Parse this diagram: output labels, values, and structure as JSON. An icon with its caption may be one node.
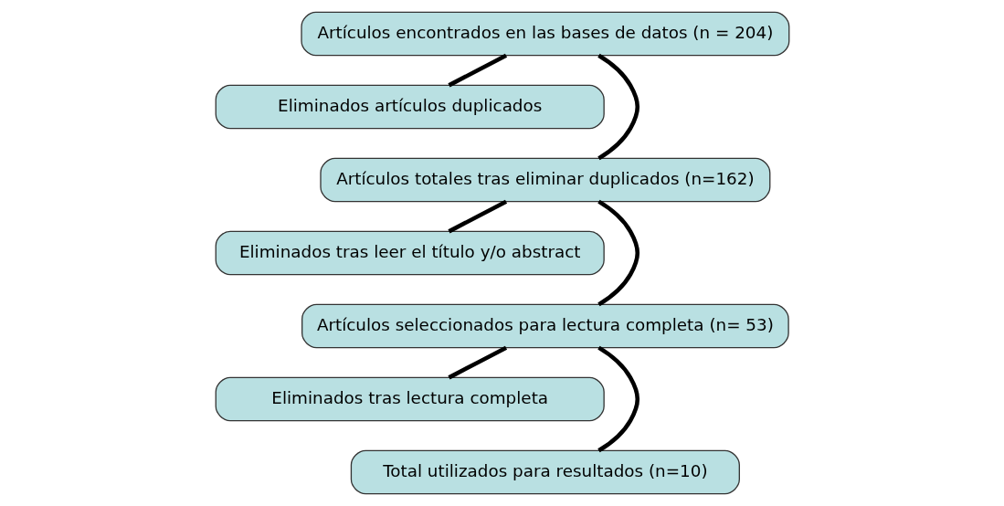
{
  "diagram": {
    "nodes": [
      {
        "text": [
          "Artículos encontrados en las bases de datos (n = 204)"
        ]
      },
      {
        "text": [
          "Eliminados artículos duplicados"
        ]
      },
      {
        "text": [
          "Artículos totales tras eliminar duplicados (n=162)"
        ]
      },
      {
        "text": [
          "Eliminados tras leer el título y/o abstract"
        ]
      },
      {
        "text": [
          "Artículos seleccionados para lectura completa (n= 53)"
        ]
      },
      {
        "text": [
          "Eliminados tras lectura completa"
        ]
      },
      {
        "text": [
          "Total utilizados para resultados (n=10)"
        ]
      }
    ],
    "edges": [
      {
        "from": 0,
        "to": 2,
        "arrow": "none"
      },
      {
        "from": 0,
        "to": 1,
        "arrow": "none"
      },
      {
        "from": 2,
        "to": 4,
        "arrow": "none"
      },
      {
        "from": 2,
        "to": 3,
        "arrow": "none"
      },
      {
        "from": 4,
        "to": 6,
        "arrow": "none"
      },
      {
        "from": 4,
        "to": 5,
        "arrow": "none"
      }
    ]
  }
}
